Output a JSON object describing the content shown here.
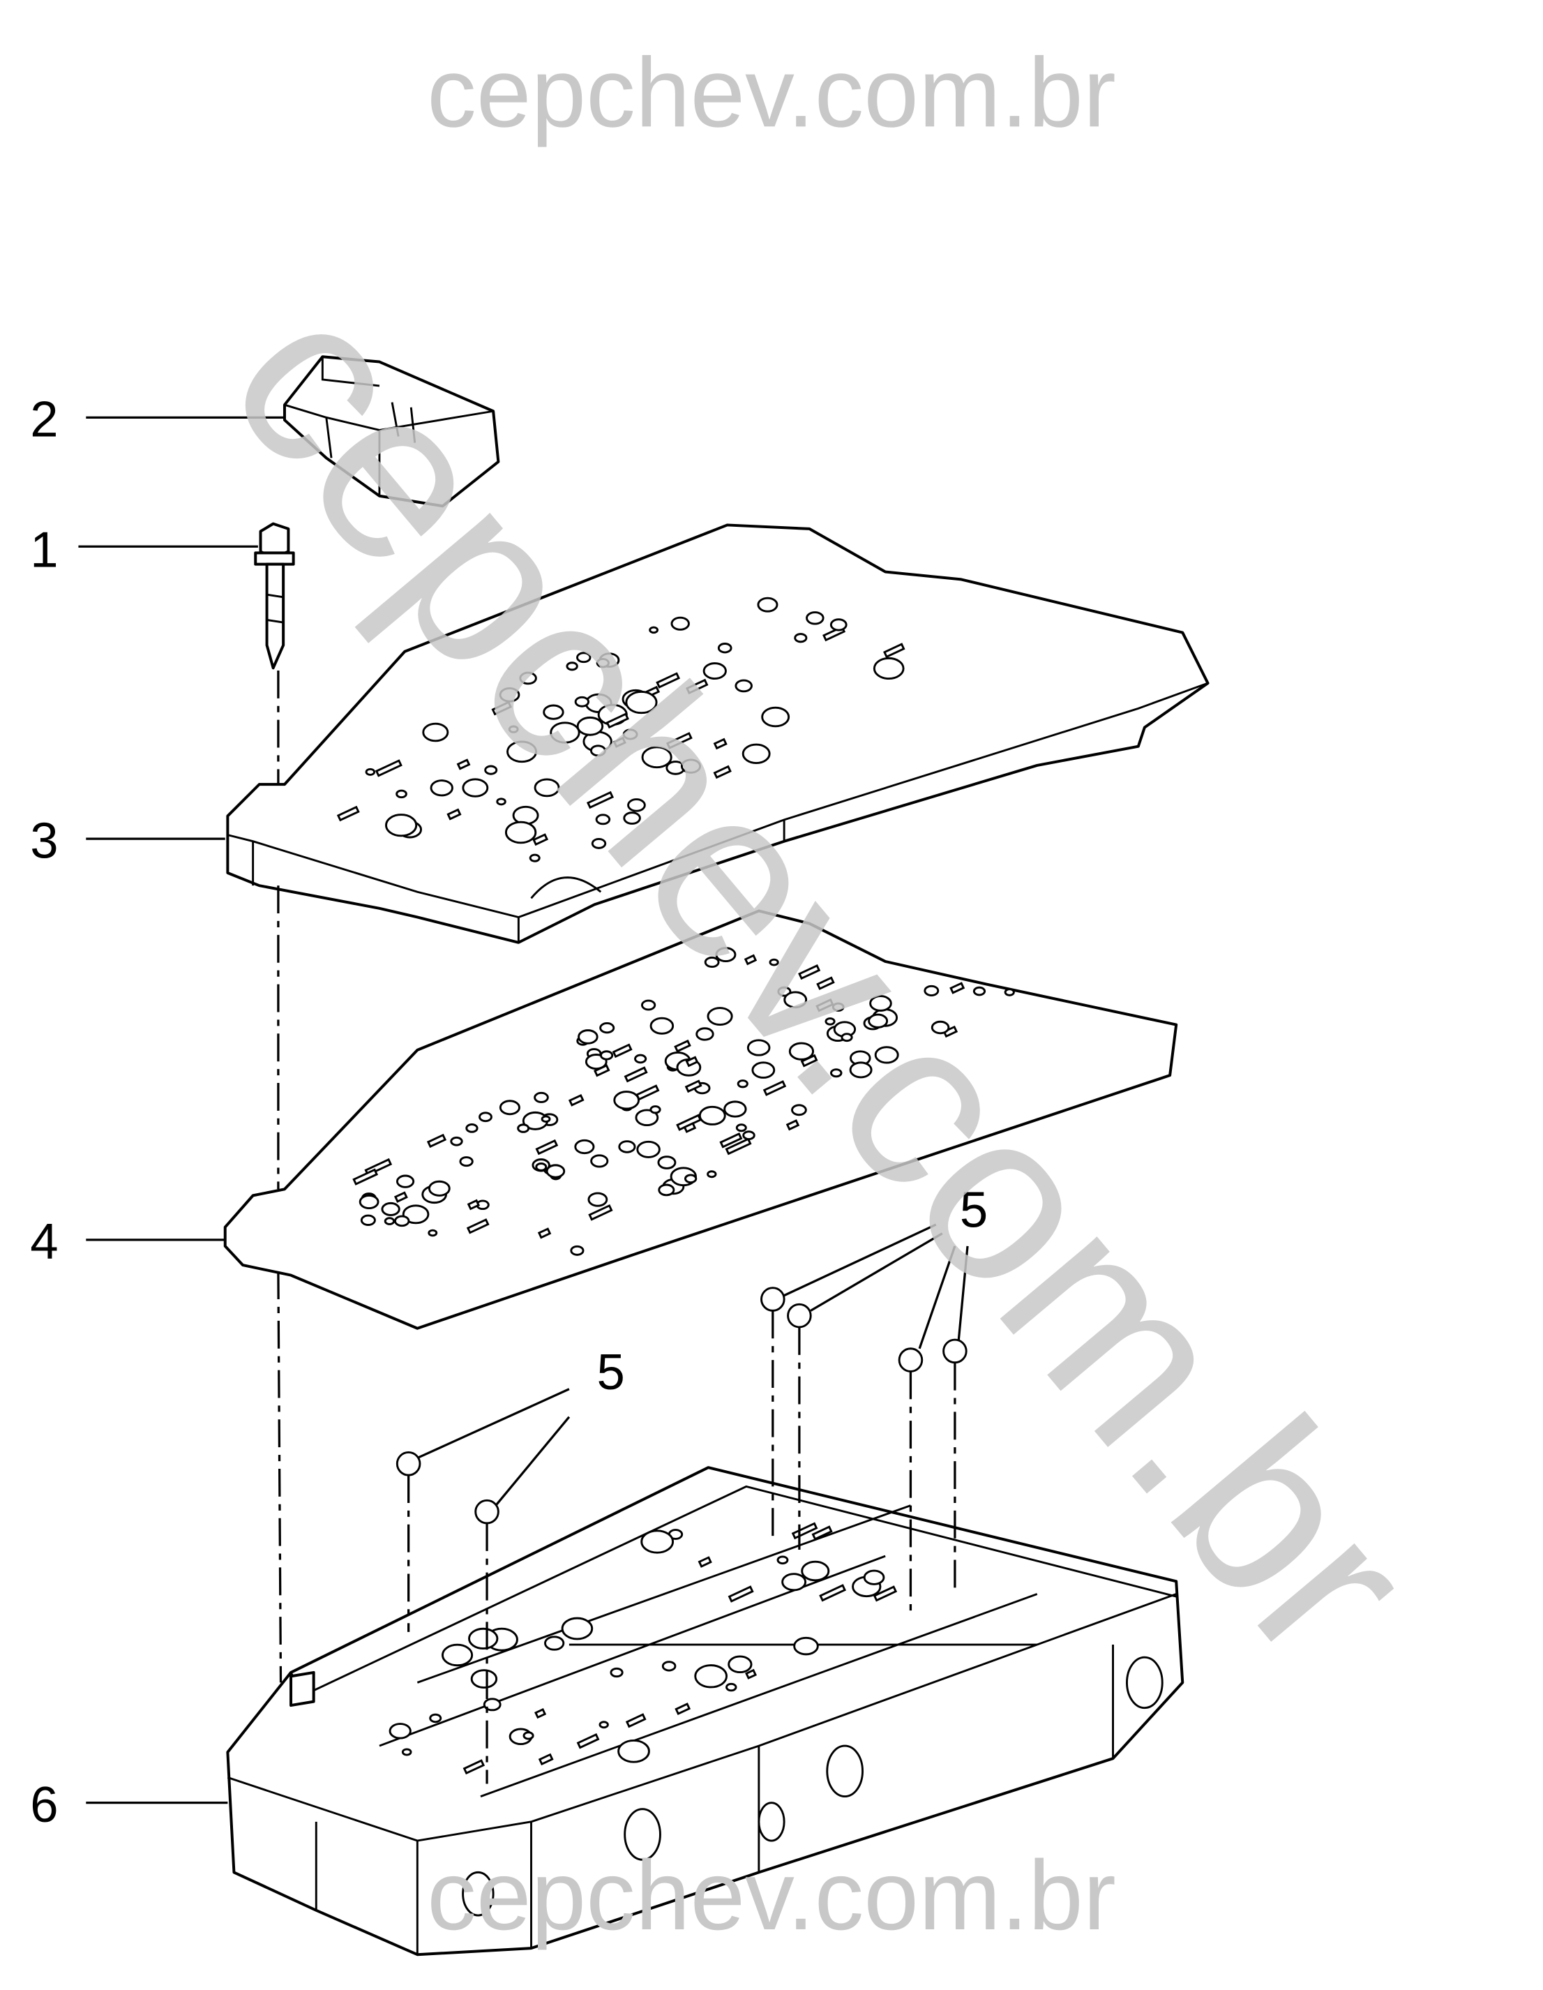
{
  "watermark": {
    "top": "cepchev.com.br",
    "diagonal": "cepchev.com.br",
    "bottom": "cepchev.com.br"
  },
  "callouts": {
    "bolt": "1",
    "cover": "2",
    "upper_body": "3",
    "gasket": "4",
    "balls_right": "5",
    "balls_left": "5",
    "valve_body": "6"
  }
}
